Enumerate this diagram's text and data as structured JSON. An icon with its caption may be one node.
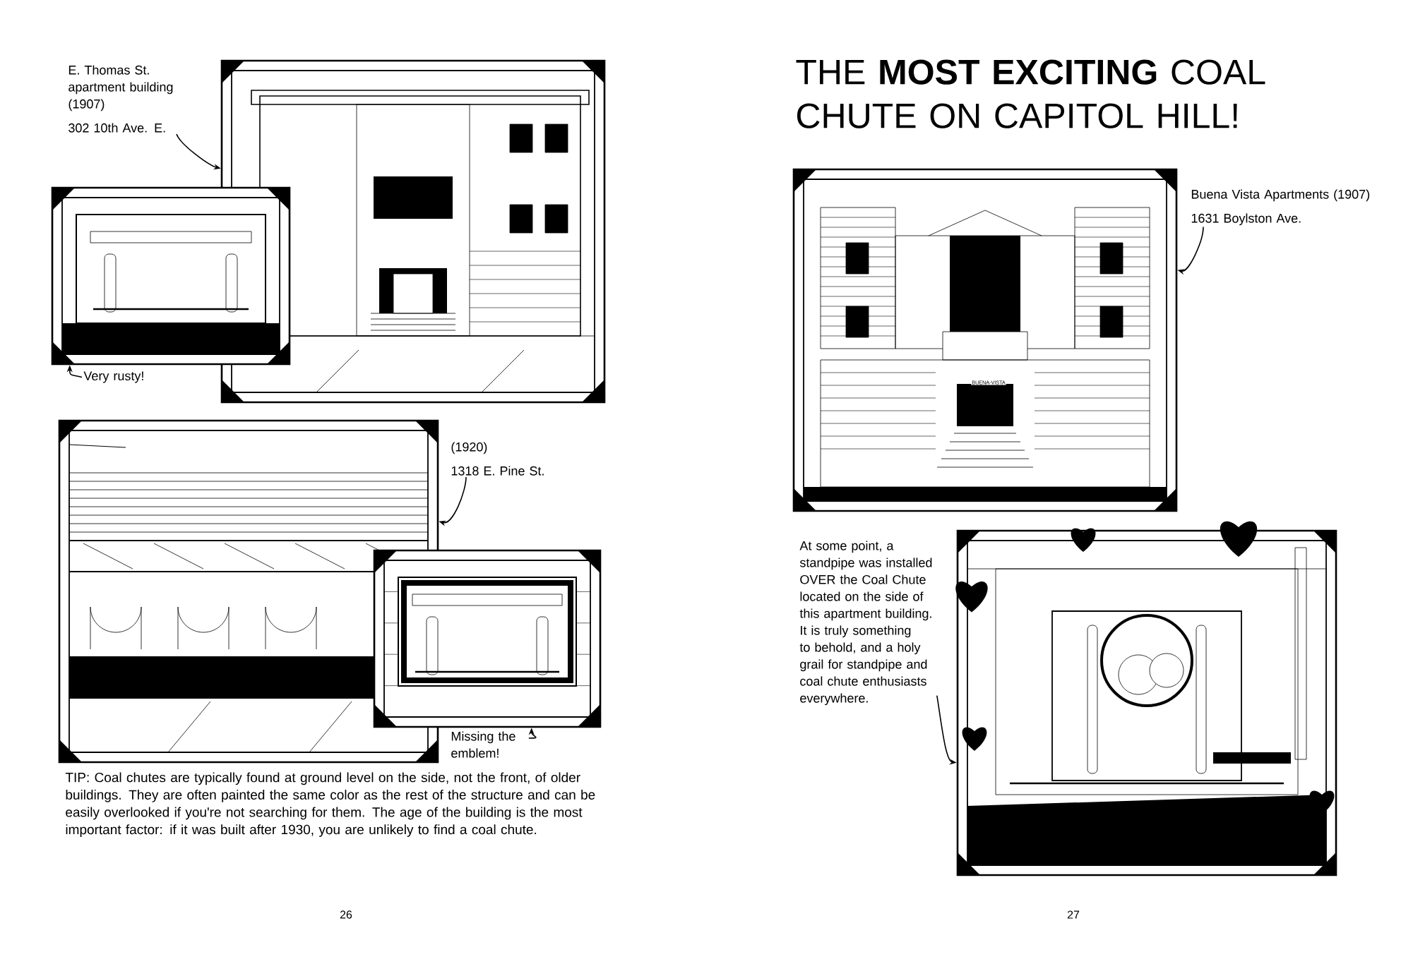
{
  "diagram": {
    "title": "THE **MOST EXCITING** COAL CHUTE ON CAPITOL HILL!",
    "nodes": [
      {
        "text": [
          "E. Thomas St. apartment building (1907)",
          "302 10th Ave. E."
        ]
      },
      {
        "text": [],
        "shape": "picture"
      },
      {
        "text": [],
        "shape": "picture"
      },
      {
        "text": [
          "Very rusty!"
        ]
      },
      {
        "text": [],
        "shape": "picture"
      },
      {
        "text": [
          "(1920)",
          "1318 E. Pine St."
        ]
      },
      {
        "text": [],
        "shape": "picture"
      },
      {
        "text": [
          "Missing the emblem!"
        ]
      },
      {
        "text": [],
        "shape": "picture"
      },
      {
        "text": [
          "Buena Vista Apartments (1907)",
          "1631 Boylston Ave."
        ]
      },
      {
        "text": [
          "At some point, a standpipe was installed OVER the Coal Chute located on the side of this apartment building. It is truly something to behold, and a holy grail for standpipe and coal chute enthusiasts everywhere."
        ]
      },
      {
        "text": [],
        "shape": "picture"
      }
    ],
    "edges": [
      {
        "from": 0,
        "to": 1,
        "arrow": "to"
      },
      {
        "from": 3,
        "to": 2,
        "arrow": "to"
      },
      {
        "from": 5,
        "to": 4,
        "arrow": "to"
      },
      {
        "from": 7,
        "to": 6,
        "arrow": "to"
      },
      {
        "from": 9,
        "to": 8,
        "arrow": "to"
      },
      {
        "from": 10,
        "to": 11,
        "arrow": "to"
      }
    ],
    "labels": [
      "TIP: Coal chutes are typically found at ground level on the side, not the front, of older buildings. They are often painted the same color as the rest of the structure and can be easily overlooked if you're not searching for them. The age of the building is the most important factor: if it was built after 1930, you are unlikely to find a coal chute.",
      "26",
      "BUENA-VISTA",
      "27"
    ]
  }
}
